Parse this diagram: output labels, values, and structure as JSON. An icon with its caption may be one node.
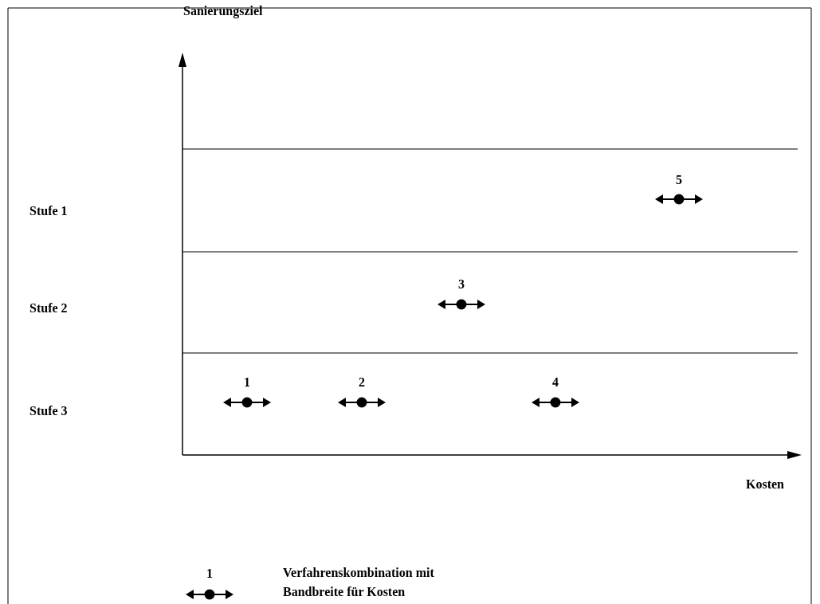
{
  "diagram": {
    "labels": [
      "Sanierungsziel",
      "Stufe 1",
      "5",
      "Stufe 2",
      "3",
      "Stufe 3",
      "1",
      "2",
      "4",
      "Kosten",
      "1"
    ],
    "legend": [
      {
        "text": "Verfahrenskombination mit Bandbreite für Kosten"
      }
    ]
  }
}
